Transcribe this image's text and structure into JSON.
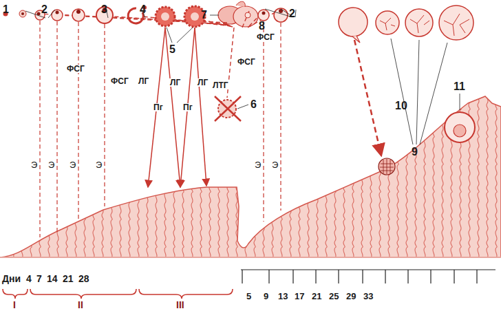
{
  "diagram": {
    "labels": [
      "1",
      "2",
      "3",
      "4",
      "5",
      "7",
      "8",
      "2",
      "ФСГ",
      "ФСГ",
      "ЛГ",
      "ЛГ",
      "ЛГ",
      "ЛТГ",
      "ФСГ",
      "ФСГ",
      "6",
      "9",
      "10",
      "11",
      "Э",
      "Э",
      "Э",
      "Э",
      "Э",
      "Э",
      "Пг",
      "Пг",
      "Дни",
      "4",
      "7",
      "14",
      "21",
      "28",
      "5",
      "9",
      "13",
      "17",
      "21",
      "25",
      "29",
      "33",
      "I",
      "II",
      "III"
    ]
  }
}
